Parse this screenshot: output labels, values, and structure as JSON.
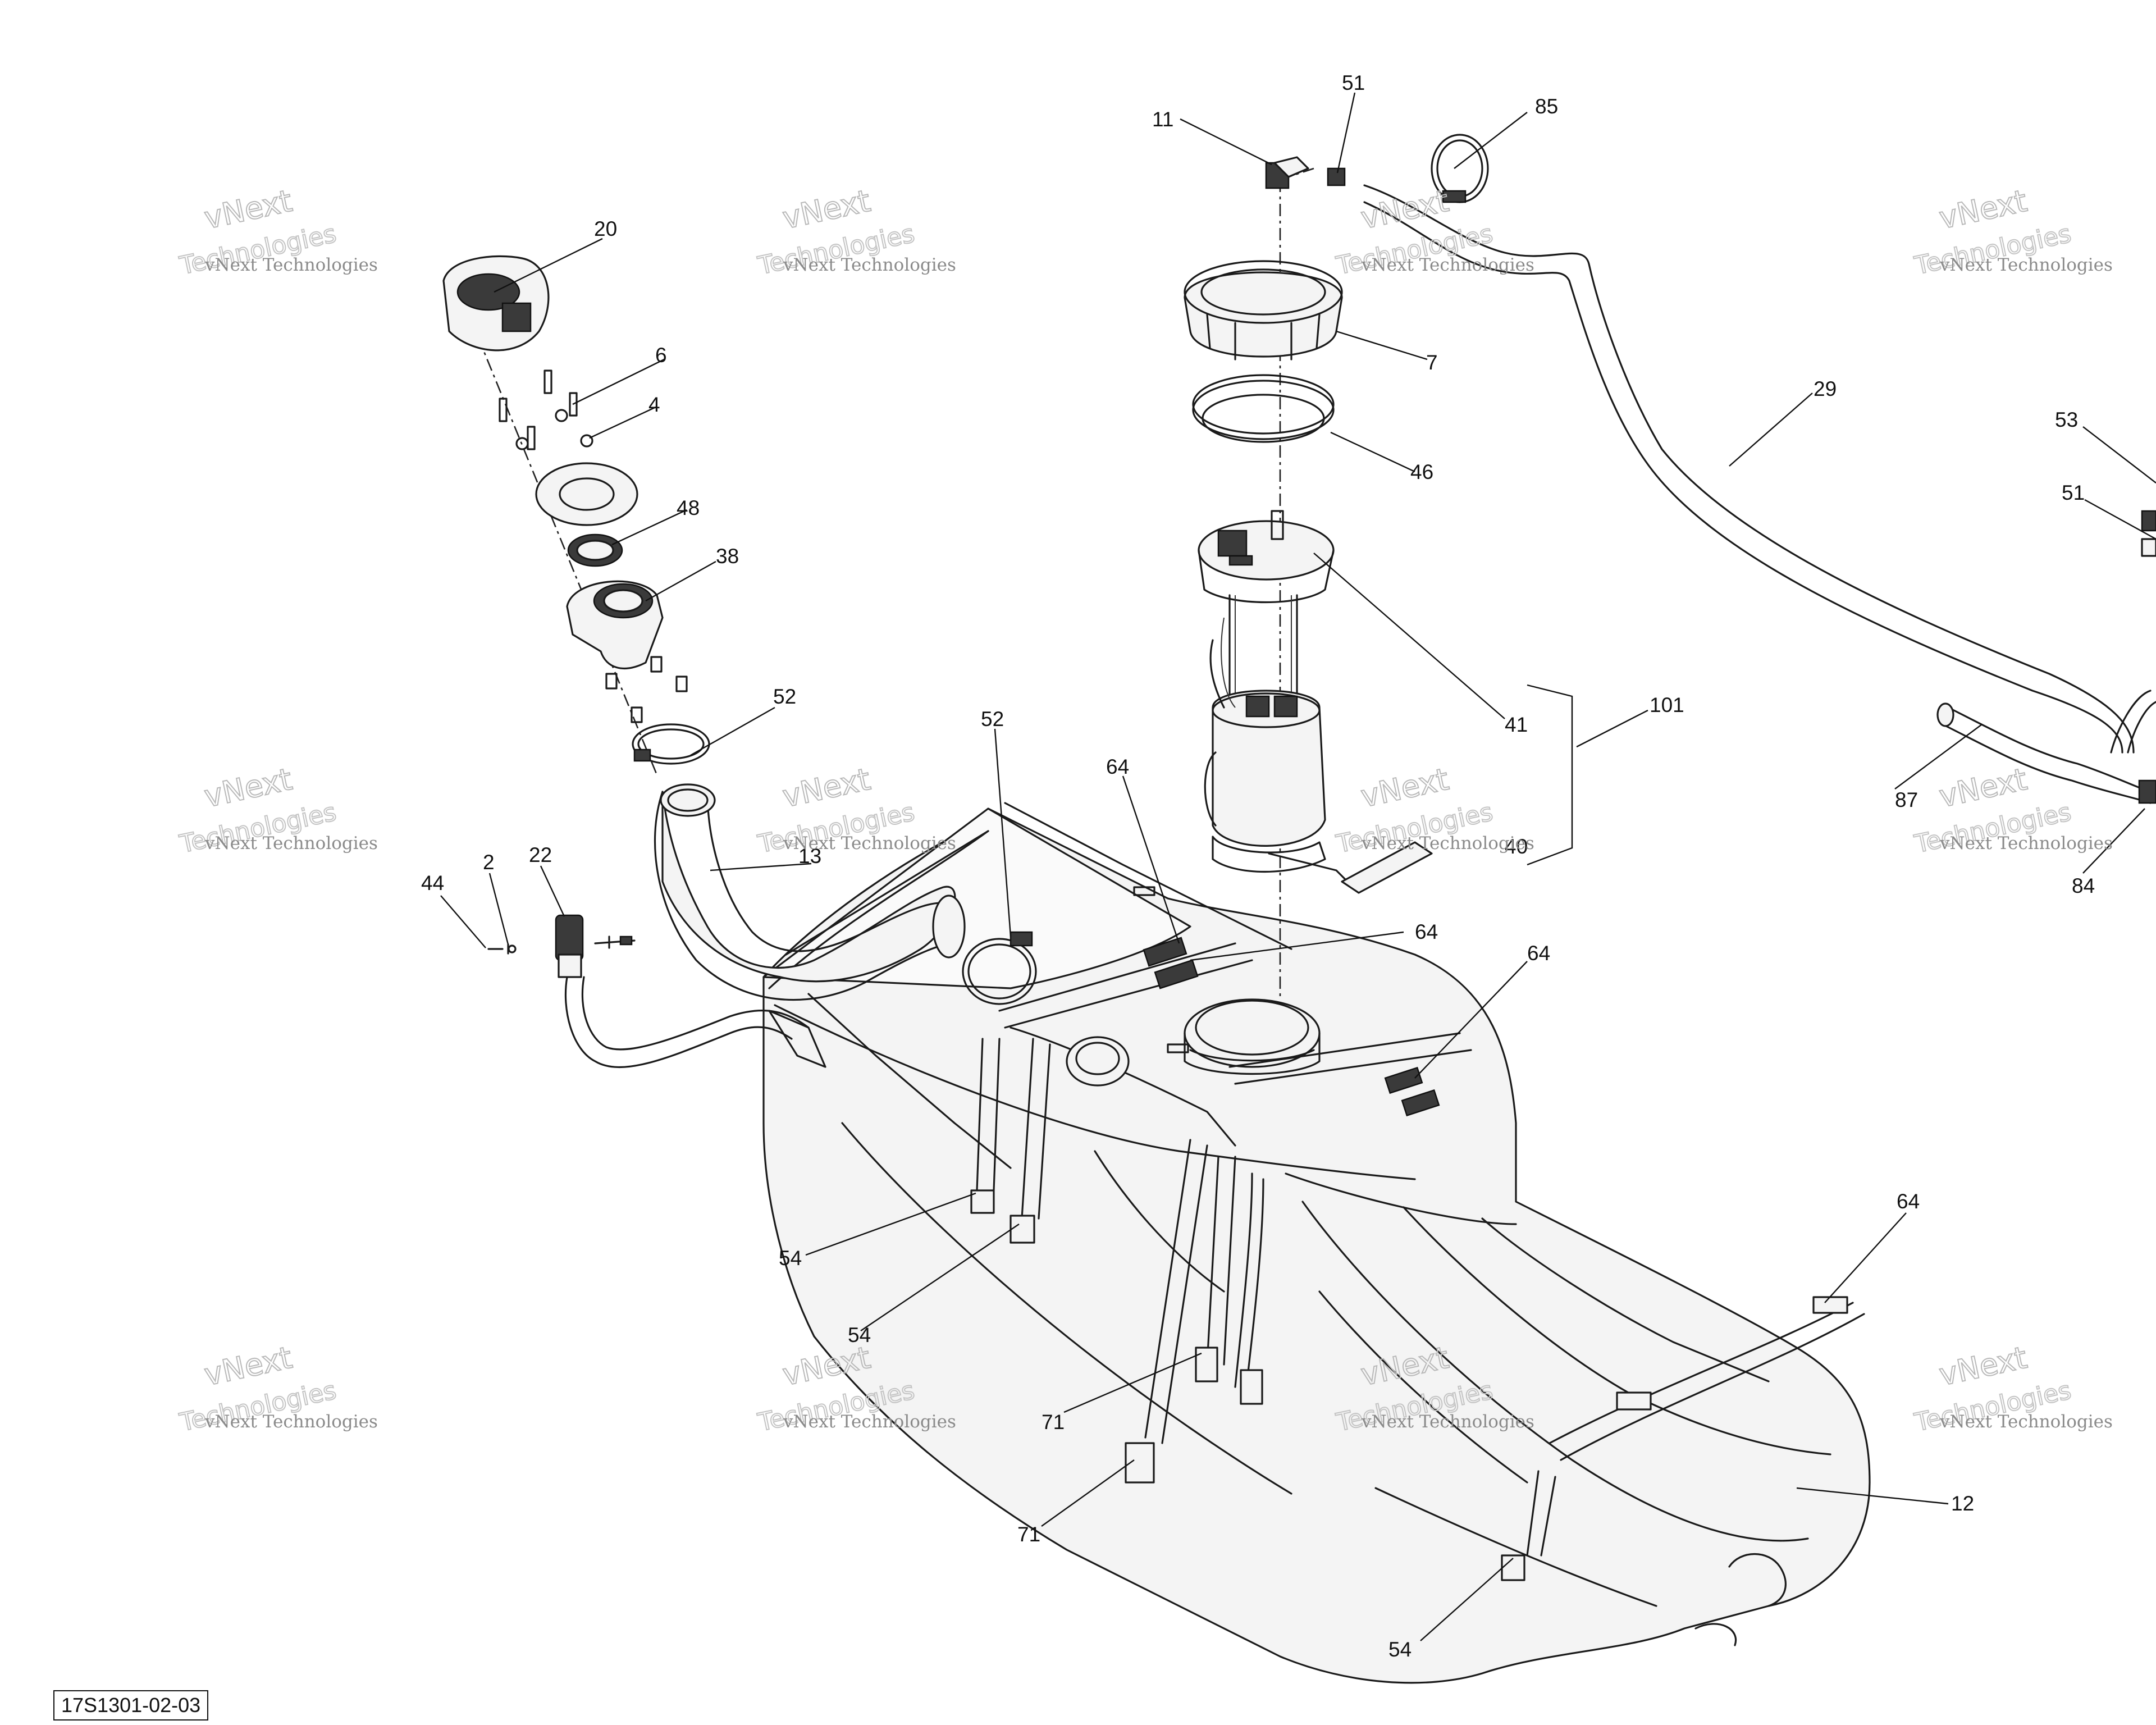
{
  "diagram": {
    "reference_code": "17S1301-02-03",
    "watermark": {
      "company": "vNext Technologies",
      "word_top": "vNext",
      "word_bottom": "Technologies"
    },
    "callouts": [
      {
        "id": "c11",
        "label": "11"
      },
      {
        "id": "c51a",
        "label": "51"
      },
      {
        "id": "c85",
        "label": "85"
      },
      {
        "id": "c20",
        "label": "20"
      },
      {
        "id": "c7",
        "label": "7"
      },
      {
        "id": "c29",
        "label": "29"
      },
      {
        "id": "c6",
        "label": "6"
      },
      {
        "id": "c4",
        "label": "4"
      },
      {
        "id": "c46",
        "label": "46"
      },
      {
        "id": "c53",
        "label": "53"
      },
      {
        "id": "c51b",
        "label": "51"
      },
      {
        "id": "c48",
        "label": "48"
      },
      {
        "id": "c38",
        "label": "38"
      },
      {
        "id": "c41",
        "label": "41"
      },
      {
        "id": "c101",
        "label": "101"
      },
      {
        "id": "c52a",
        "label": "52"
      },
      {
        "id": "c52b",
        "label": "52"
      },
      {
        "id": "c64a",
        "label": "64"
      },
      {
        "id": "c87",
        "label": "87"
      },
      {
        "id": "c13",
        "label": "13"
      },
      {
        "id": "c40",
        "label": "40"
      },
      {
        "id": "c84",
        "label": "84"
      },
      {
        "id": "c44",
        "label": "44"
      },
      {
        "id": "c2",
        "label": "2"
      },
      {
        "id": "c22",
        "label": "22"
      },
      {
        "id": "c64b",
        "label": "64"
      },
      {
        "id": "c64c",
        "label": "64"
      },
      {
        "id": "c54a",
        "label": "54"
      },
      {
        "id": "c54b",
        "label": "54"
      },
      {
        "id": "c64d",
        "label": "64"
      },
      {
        "id": "c71a",
        "label": "71"
      },
      {
        "id": "c71b",
        "label": "71"
      },
      {
        "id": "c12",
        "label": "12"
      },
      {
        "id": "c54c",
        "label": "54"
      }
    ]
  }
}
